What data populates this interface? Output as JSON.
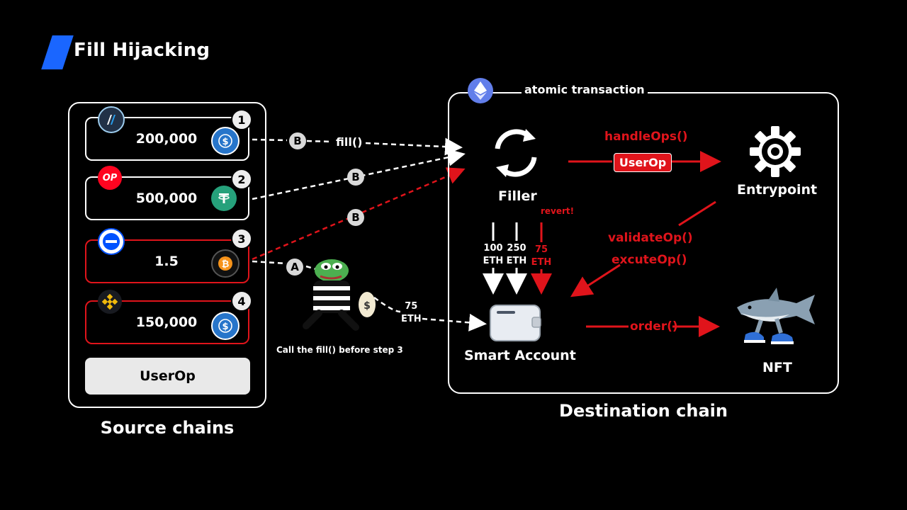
{
  "title": "Fill Hijacking",
  "source": {
    "caption": "Source chains",
    "rows": [
      {
        "number": "1",
        "amount": "200,000",
        "chain_icon": "arbitrum-icon",
        "token_icon": "usdc-icon"
      },
      {
        "number": "2",
        "amount": "500,000",
        "chain_icon": "optimism-icon",
        "chain_text": "OP",
        "token_icon": "tether-icon"
      },
      {
        "number": "3",
        "amount": "1.5",
        "chain_icon": "base-icon",
        "token_icon": "bitcoin-icon"
      },
      {
        "number": "4",
        "amount": "150,000",
        "chain_icon": "bnb-icon",
        "token_icon": "usdc-icon"
      }
    ],
    "userop_label": "UserOp"
  },
  "destination": {
    "caption": "Destination chain",
    "atomic_label": "atomic transaction",
    "filler_label": "Filler",
    "entrypoint_label": "Entrypoint",
    "smart_account_label": "Smart Account",
    "nft_label": "NFT",
    "handleops_label": "handleOps()",
    "userop_badge": "UserOp",
    "validate_label": "validateOp()",
    "execute_label": "excuteOp()",
    "order_label": "order()",
    "revert_label": "revert!",
    "eth_flows": [
      {
        "amount": "100",
        "unit": "ETH"
      },
      {
        "amount": "250",
        "unit": "ETH"
      },
      {
        "amount": "75",
        "unit": "ETH"
      }
    ]
  },
  "arrows": {
    "b_label": "B",
    "a_label": "A",
    "fill_label": "fill()",
    "thief_amount": "75",
    "thief_unit": "ETH",
    "attacker_note": "Call the fill() before step 3"
  },
  "colors": {
    "red": "#e0141b",
    "blue": "#1a66ff",
    "white": "#ffffff"
  }
}
